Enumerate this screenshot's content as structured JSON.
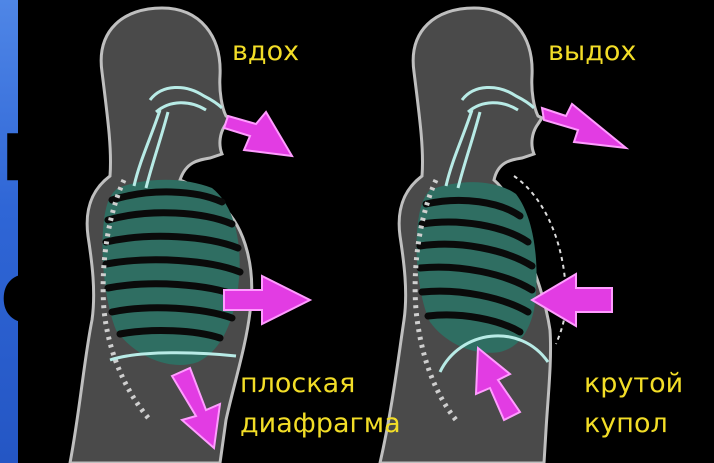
{
  "slide_fragments": [
    "п",
    "о"
  ],
  "labels": {
    "inhale": "вдох",
    "exhale": "выдох",
    "flat_line1": "плоская",
    "flat_line2": "диафрагма",
    "dome_line1": "крутой",
    "dome_line2": "купол"
  },
  "colors": {
    "slide_background": "#2f66d6",
    "panel_background": "#000000",
    "body_fill": "#4a4a4a",
    "body_outline": "#bfbfbf",
    "lung_fill": "#2f6e62",
    "rib_stroke": "#0a0a0a",
    "airway": "#b8ebe6",
    "arrow_fill": "#e23ce3",
    "arrow_outline": "#ff9cff",
    "label_text": "#f2dd27"
  },
  "icons": [
    "inhale-arrow-icon",
    "chest-out-arrow-icon",
    "diaphragm-down-arrow-icon",
    "exhale-arrow-icon",
    "chest-in-arrow-icon",
    "diaphragm-up-arrow-icon"
  ]
}
